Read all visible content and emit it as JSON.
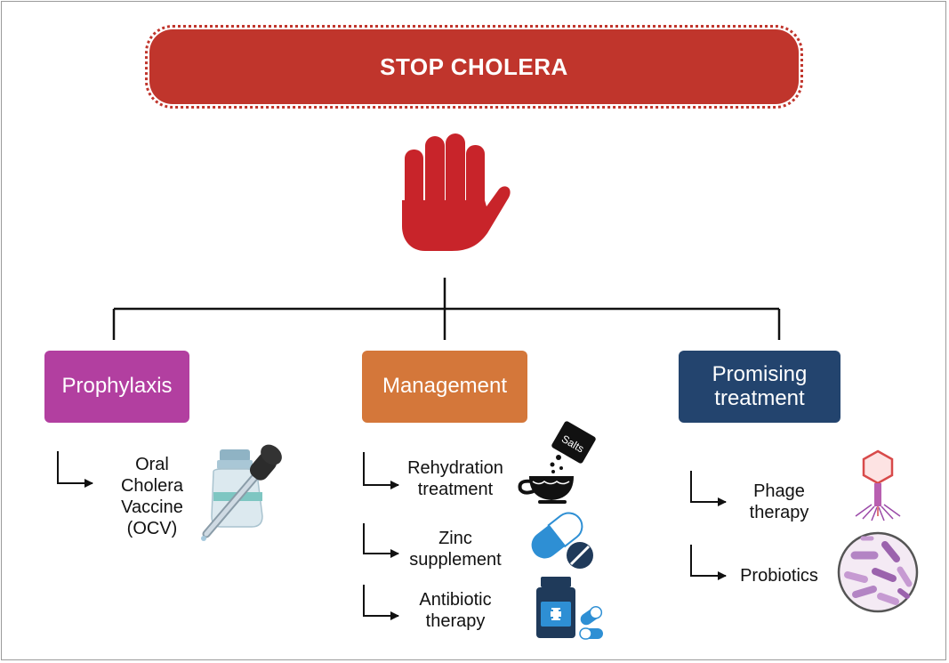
{
  "banner": {
    "title": "STOP CHOLERA"
  },
  "categories": {
    "prophylaxis": {
      "label": "Prophylaxis",
      "color": "#b23fa0",
      "items": [
        {
          "label": "Oral\nCholera\nVaccine\n(OCV)",
          "icon": "vaccine-vial-dropper-icon"
        }
      ]
    },
    "management": {
      "label": "Management",
      "color": "#d4773a",
      "items": [
        {
          "label": "Rehydration\ntreatment",
          "icon": "oral-rehydration-salts-icon",
          "icon_text": "Salts"
        },
        {
          "label": "Zinc\nsupplement",
          "icon": "capsule-tablet-icon"
        },
        {
          "label": "Antibiotic\ntherapy",
          "icon": "medicine-bottle-icon"
        }
      ]
    },
    "promising": {
      "label": "Promising\ntreatment",
      "color": "#23446e",
      "items": [
        {
          "label": "Phage\ntherapy",
          "icon": "bacteriophage-icon"
        },
        {
          "label": "Probiotics",
          "icon": "bacteria-petri-icon"
        }
      ]
    }
  },
  "colors": {
    "banner": "#c0352c",
    "hand": "#c8242a",
    "connector": "#111111"
  },
  "icons": {
    "stop": "stop-hand-icon"
  }
}
